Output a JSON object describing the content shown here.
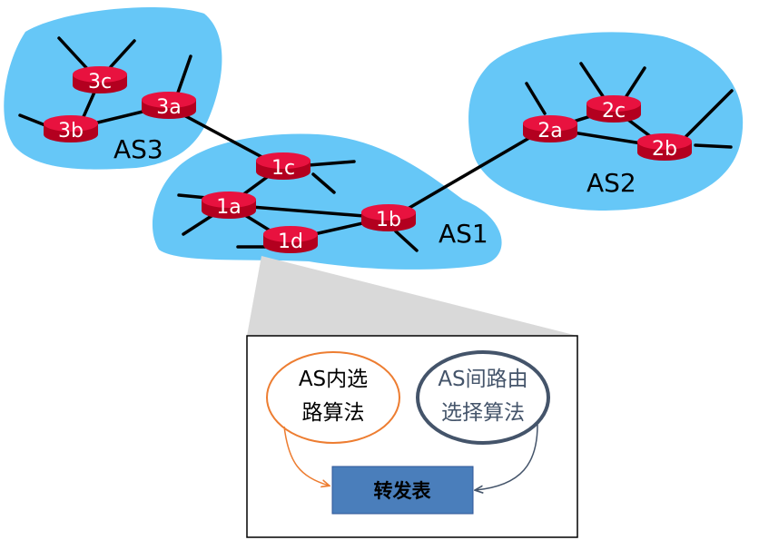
{
  "autonomous_systems": [
    {
      "id": "as3",
      "label": "AS3"
    },
    {
      "id": "as1",
      "label": "AS1"
    },
    {
      "id": "as2",
      "label": "AS2"
    }
  ],
  "routers": [
    {
      "id": "3c",
      "label": "3c"
    },
    {
      "id": "3b",
      "label": "3b"
    },
    {
      "id": "3a",
      "label": "3a"
    },
    {
      "id": "1c",
      "label": "1c"
    },
    {
      "id": "1a",
      "label": "1a"
    },
    {
      "id": "1b",
      "label": "1b"
    },
    {
      "id": "1d",
      "label": "1d"
    },
    {
      "id": "2a",
      "label": "2a"
    },
    {
      "id": "2c",
      "label": "2c"
    },
    {
      "id": "2b",
      "label": "2b"
    }
  ],
  "router_detail": {
    "intra_as": {
      "line1": "AS内选",
      "line2": "路算法"
    },
    "inter_as": {
      "line1": "AS间路由",
      "line2": "选择算法"
    },
    "forwarding_table": "转发表"
  },
  "colors": {
    "cloud": "#66c7f7",
    "router": "#e8123f",
    "intra_oval": "#ed7d31",
    "inter_oval": "#44546a",
    "table_fill": "#4a7ebb"
  }
}
